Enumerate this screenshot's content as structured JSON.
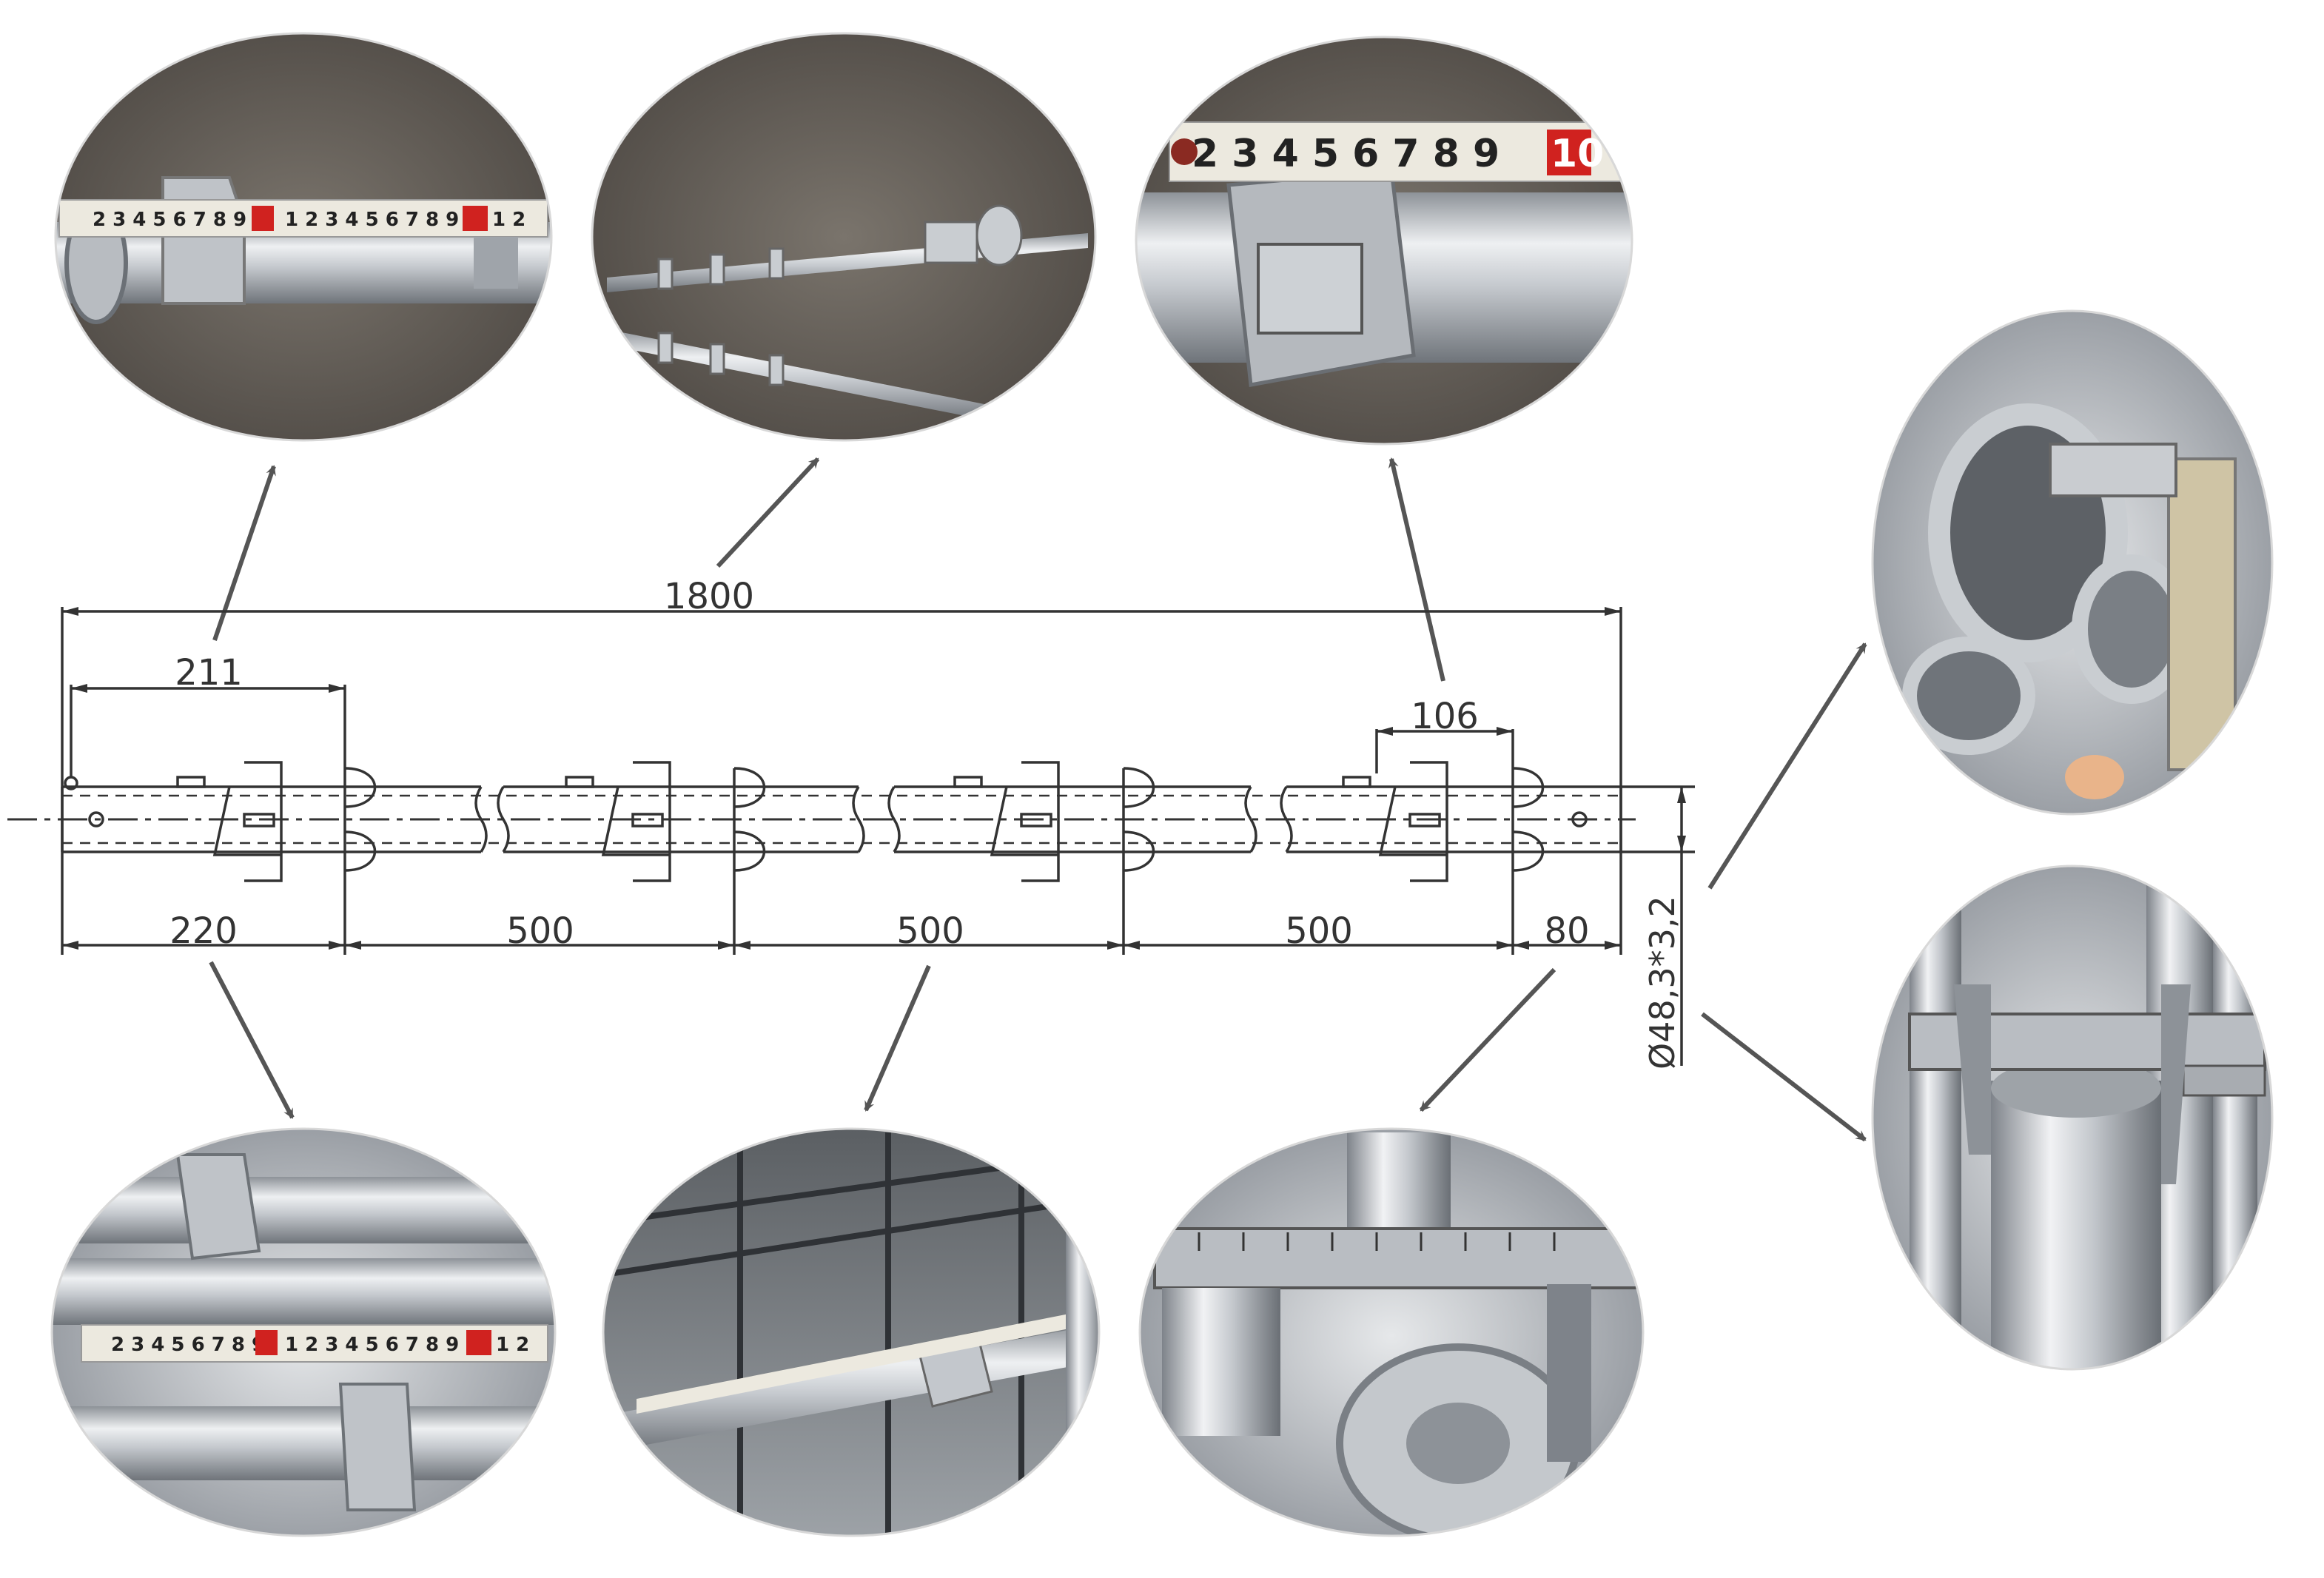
{
  "drawing": {
    "dimensions": {
      "overall_length": "1800",
      "first_ring_offset": "211",
      "ring_width": "106",
      "segment_1": "220",
      "segment_2": "500",
      "segment_3": "500",
      "segment_4": "500",
      "end_segment": "80",
      "tube_spec": "Ø48,3*3,2"
    }
  },
  "photos": [
    {
      "id": "top-1",
      "subject": "tape measure on ringlock standard end with cup"
    },
    {
      "id": "top-2",
      "subject": "two ringlock standards on factory floor"
    },
    {
      "id": "top-3",
      "subject": "tape measure on welded cup"
    },
    {
      "id": "right-1",
      "subject": "caliper measuring tube wall thickness"
    },
    {
      "id": "right-2",
      "subject": "caliper measuring tube diameter"
    },
    {
      "id": "bottom-1",
      "subject": "tape measure on stacked standards"
    },
    {
      "id": "bottom-2",
      "subject": "tape measure along standard in warehouse"
    },
    {
      "id": "bottom-3",
      "subject": "caliper on rosette end"
    }
  ],
  "colors": {
    "line": "#333333",
    "arrow": "#555555",
    "photo_floor": "#6b655e",
    "steel": "#c9cdd1",
    "tape": "#e8e6df",
    "tape_red": "#d0221f"
  }
}
